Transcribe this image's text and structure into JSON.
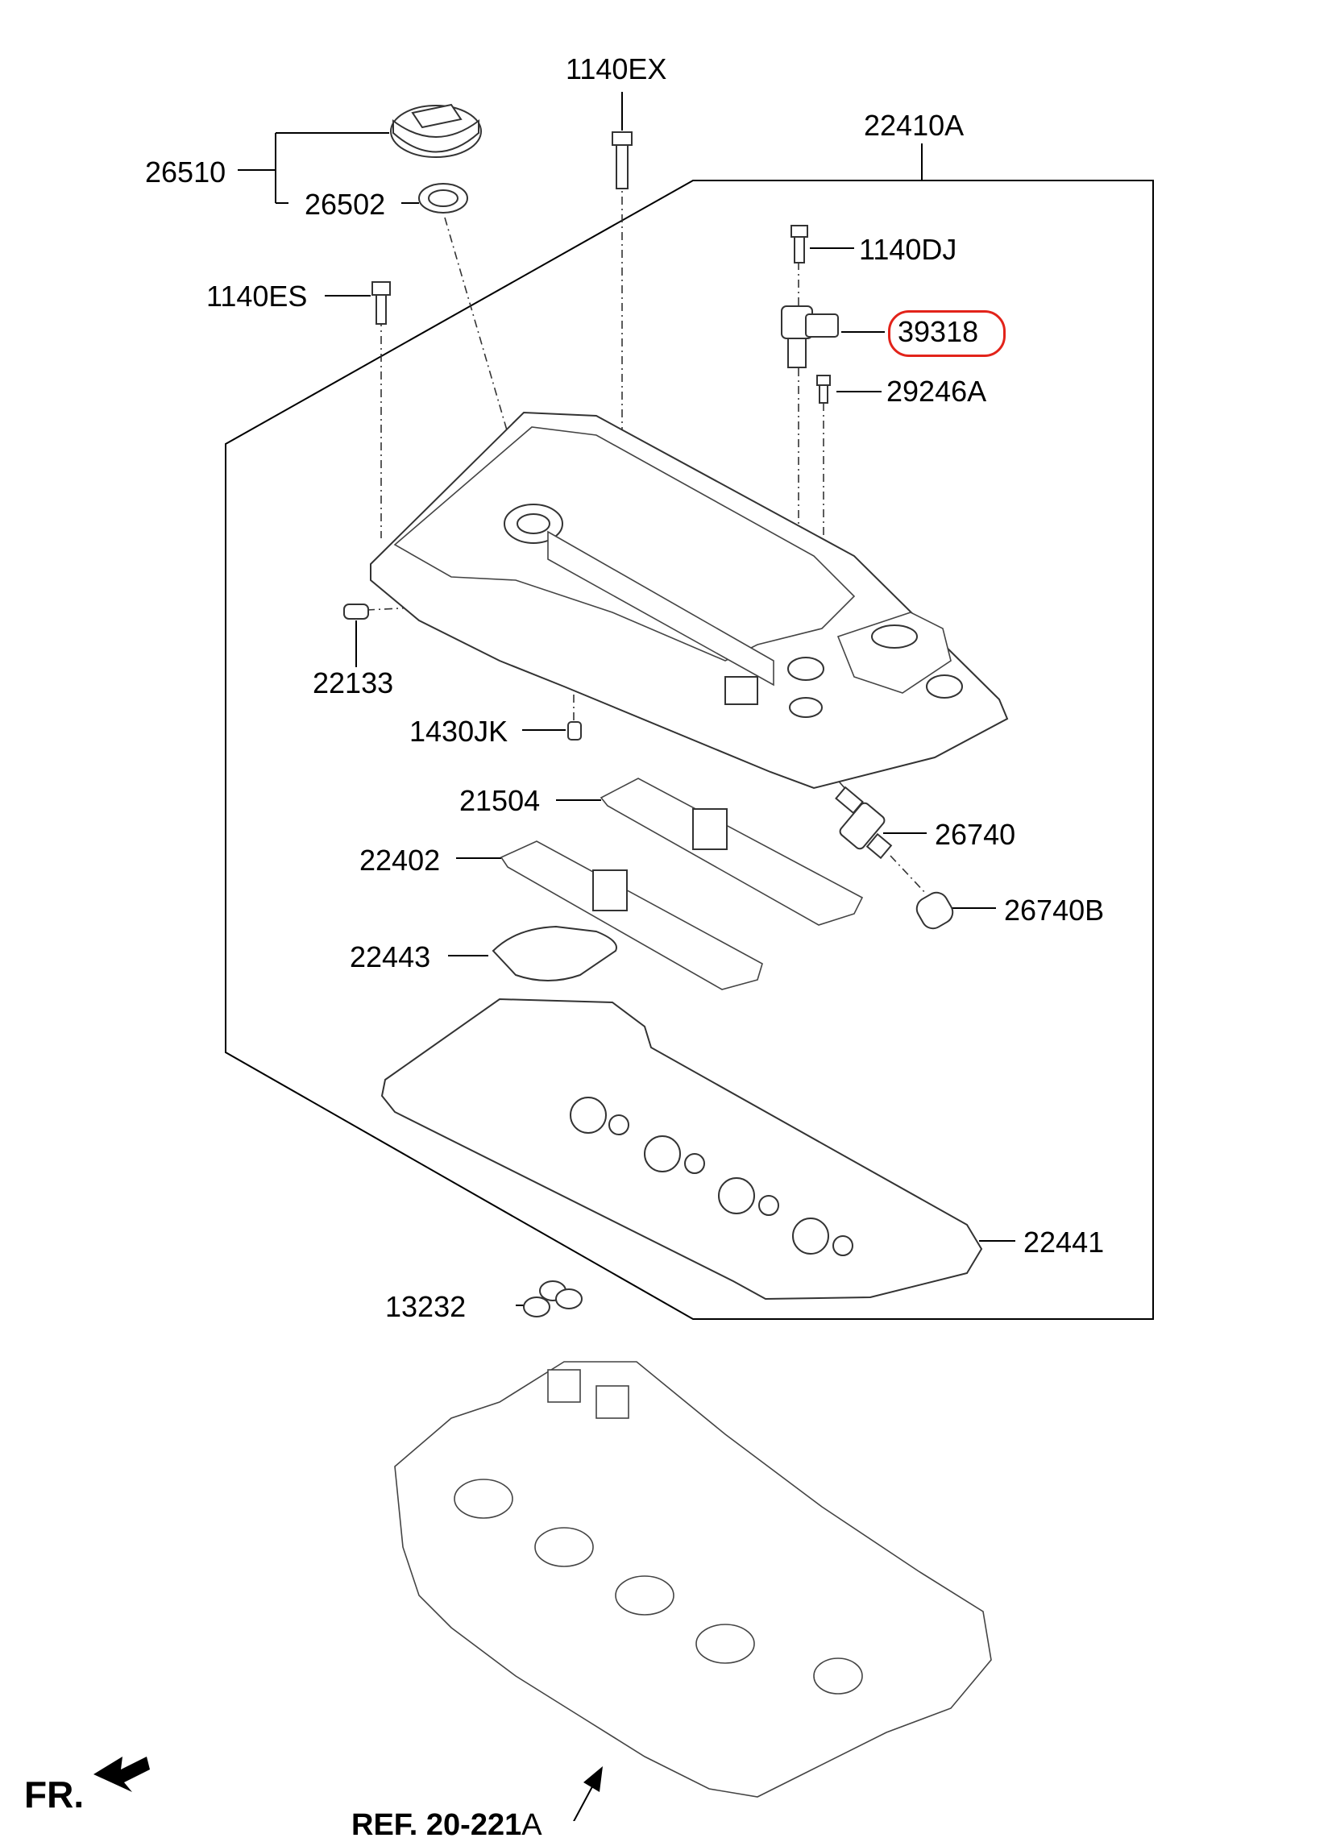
{
  "labels": {
    "p1140ex": "1140EX",
    "p22410a": "22410A",
    "p26510": "26510",
    "p26502": "26502",
    "p1140dj": "1140DJ",
    "p1140es": "1140ES",
    "p39318": "39318",
    "p29246a": "29246A",
    "p22133": "22133",
    "p1430jk": "1430JK",
    "p21504": "21504",
    "p26740": "26740",
    "p22402": "22402",
    "p26740b": "26740B",
    "p22443": "22443",
    "p22441": "22441",
    "p13232": "13232"
  },
  "ref": {
    "main": "REF. 20-221",
    "suffix": "A"
  },
  "front_marker": "FR.",
  "highlight_color": "#e2231a",
  "highlighted_part": "39318"
}
